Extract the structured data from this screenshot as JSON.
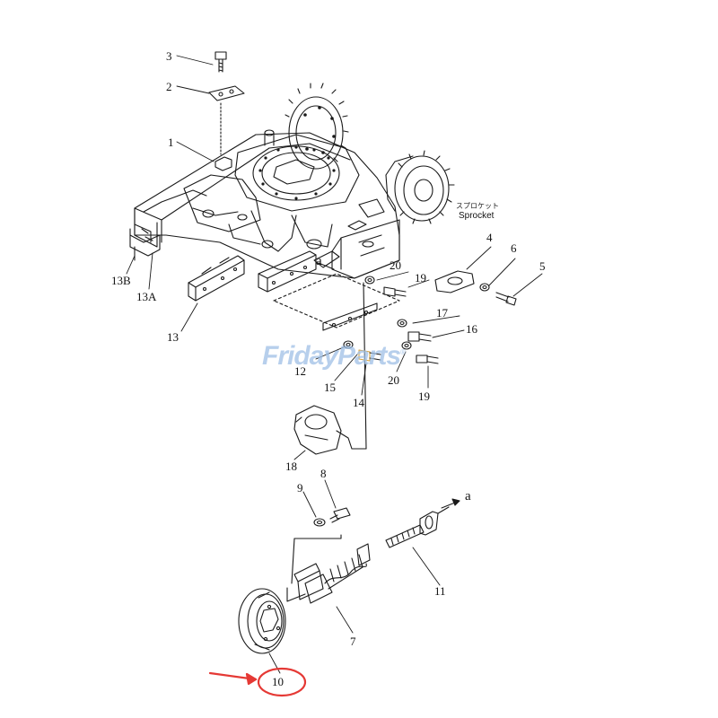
{
  "diagram": {
    "sprocket_label_jp": "スプロケット",
    "sprocket_label_en": "Sprocket",
    "section_marker": "a",
    "arrow_marker": "a",
    "watermark_text": "FridayParts",
    "watermark_symbol": "®",
    "highlight_color": "#e53935",
    "watermark_color": "#9fc0e6",
    "highlighted_part": "10"
  },
  "callouts": [
    {
      "id": "c1",
      "label": "1"
    },
    {
      "id": "c2",
      "label": "2"
    },
    {
      "id": "c3",
      "label": "3"
    },
    {
      "id": "c4",
      "label": "4"
    },
    {
      "id": "c5",
      "label": "5"
    },
    {
      "id": "c6",
      "label": "6"
    },
    {
      "id": "c7",
      "label": "7"
    },
    {
      "id": "c8",
      "label": "8"
    },
    {
      "id": "c9",
      "label": "9"
    },
    {
      "id": "c10",
      "label": "10"
    },
    {
      "id": "c11",
      "label": "11"
    },
    {
      "id": "c12",
      "label": "12"
    },
    {
      "id": "c13",
      "label": "13"
    },
    {
      "id": "c13a",
      "label": "13A"
    },
    {
      "id": "c13b",
      "label": "13B"
    },
    {
      "id": "c14",
      "label": "14"
    },
    {
      "id": "c15",
      "label": "15"
    },
    {
      "id": "c16",
      "label": "16"
    },
    {
      "id": "c17",
      "label": "17"
    },
    {
      "id": "c18",
      "label": "18"
    },
    {
      "id": "c19a",
      "label": "19"
    },
    {
      "id": "c19b",
      "label": "19"
    },
    {
      "id": "c20a",
      "label": "20"
    },
    {
      "id": "c20b",
      "label": "20"
    }
  ]
}
